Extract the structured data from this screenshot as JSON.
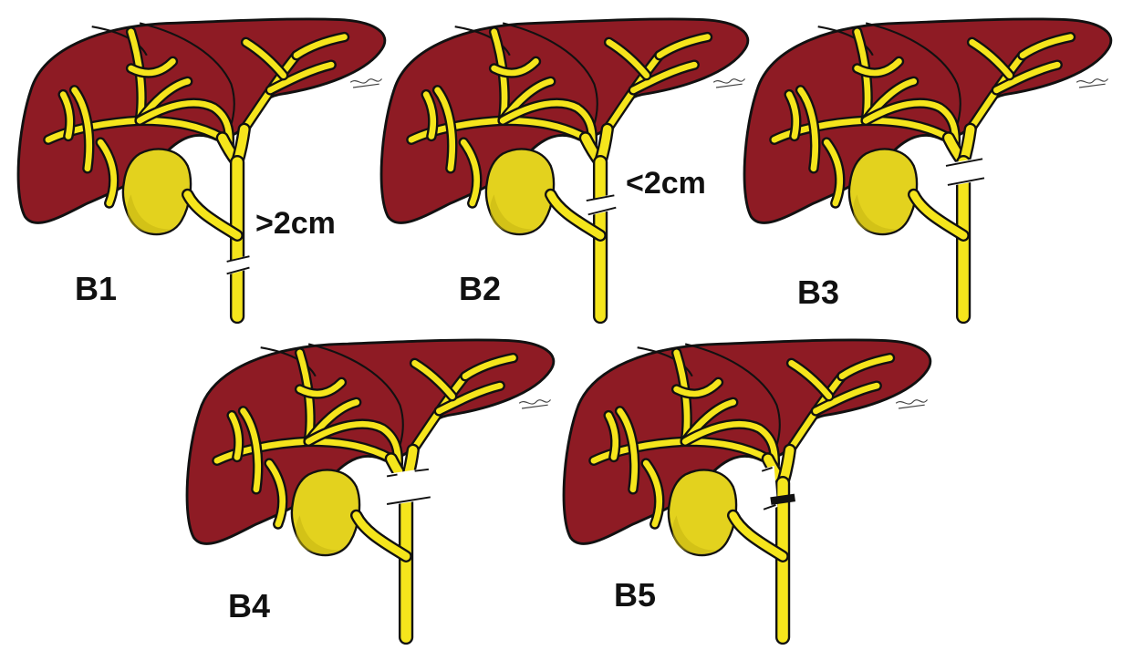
{
  "figure": {
    "panels": [
      {
        "label": "B1",
        "measure": ">2cm",
        "injury": "cbd_low"
      },
      {
        "label": "B2",
        "measure": "<2cm",
        "injury": "cbd_high"
      },
      {
        "label": "B3",
        "measure": "",
        "injury": "hilar"
      },
      {
        "label": "B4",
        "measure": "",
        "injury": "confluence"
      },
      {
        "label": "B5",
        "measure": "",
        "injury": "clip"
      }
    ]
  },
  "colors": {
    "liver": "#8e1b24",
    "bile_duct": "#f5e51c",
    "gallbladder": "#e3d21e",
    "outline": "#111111"
  }
}
